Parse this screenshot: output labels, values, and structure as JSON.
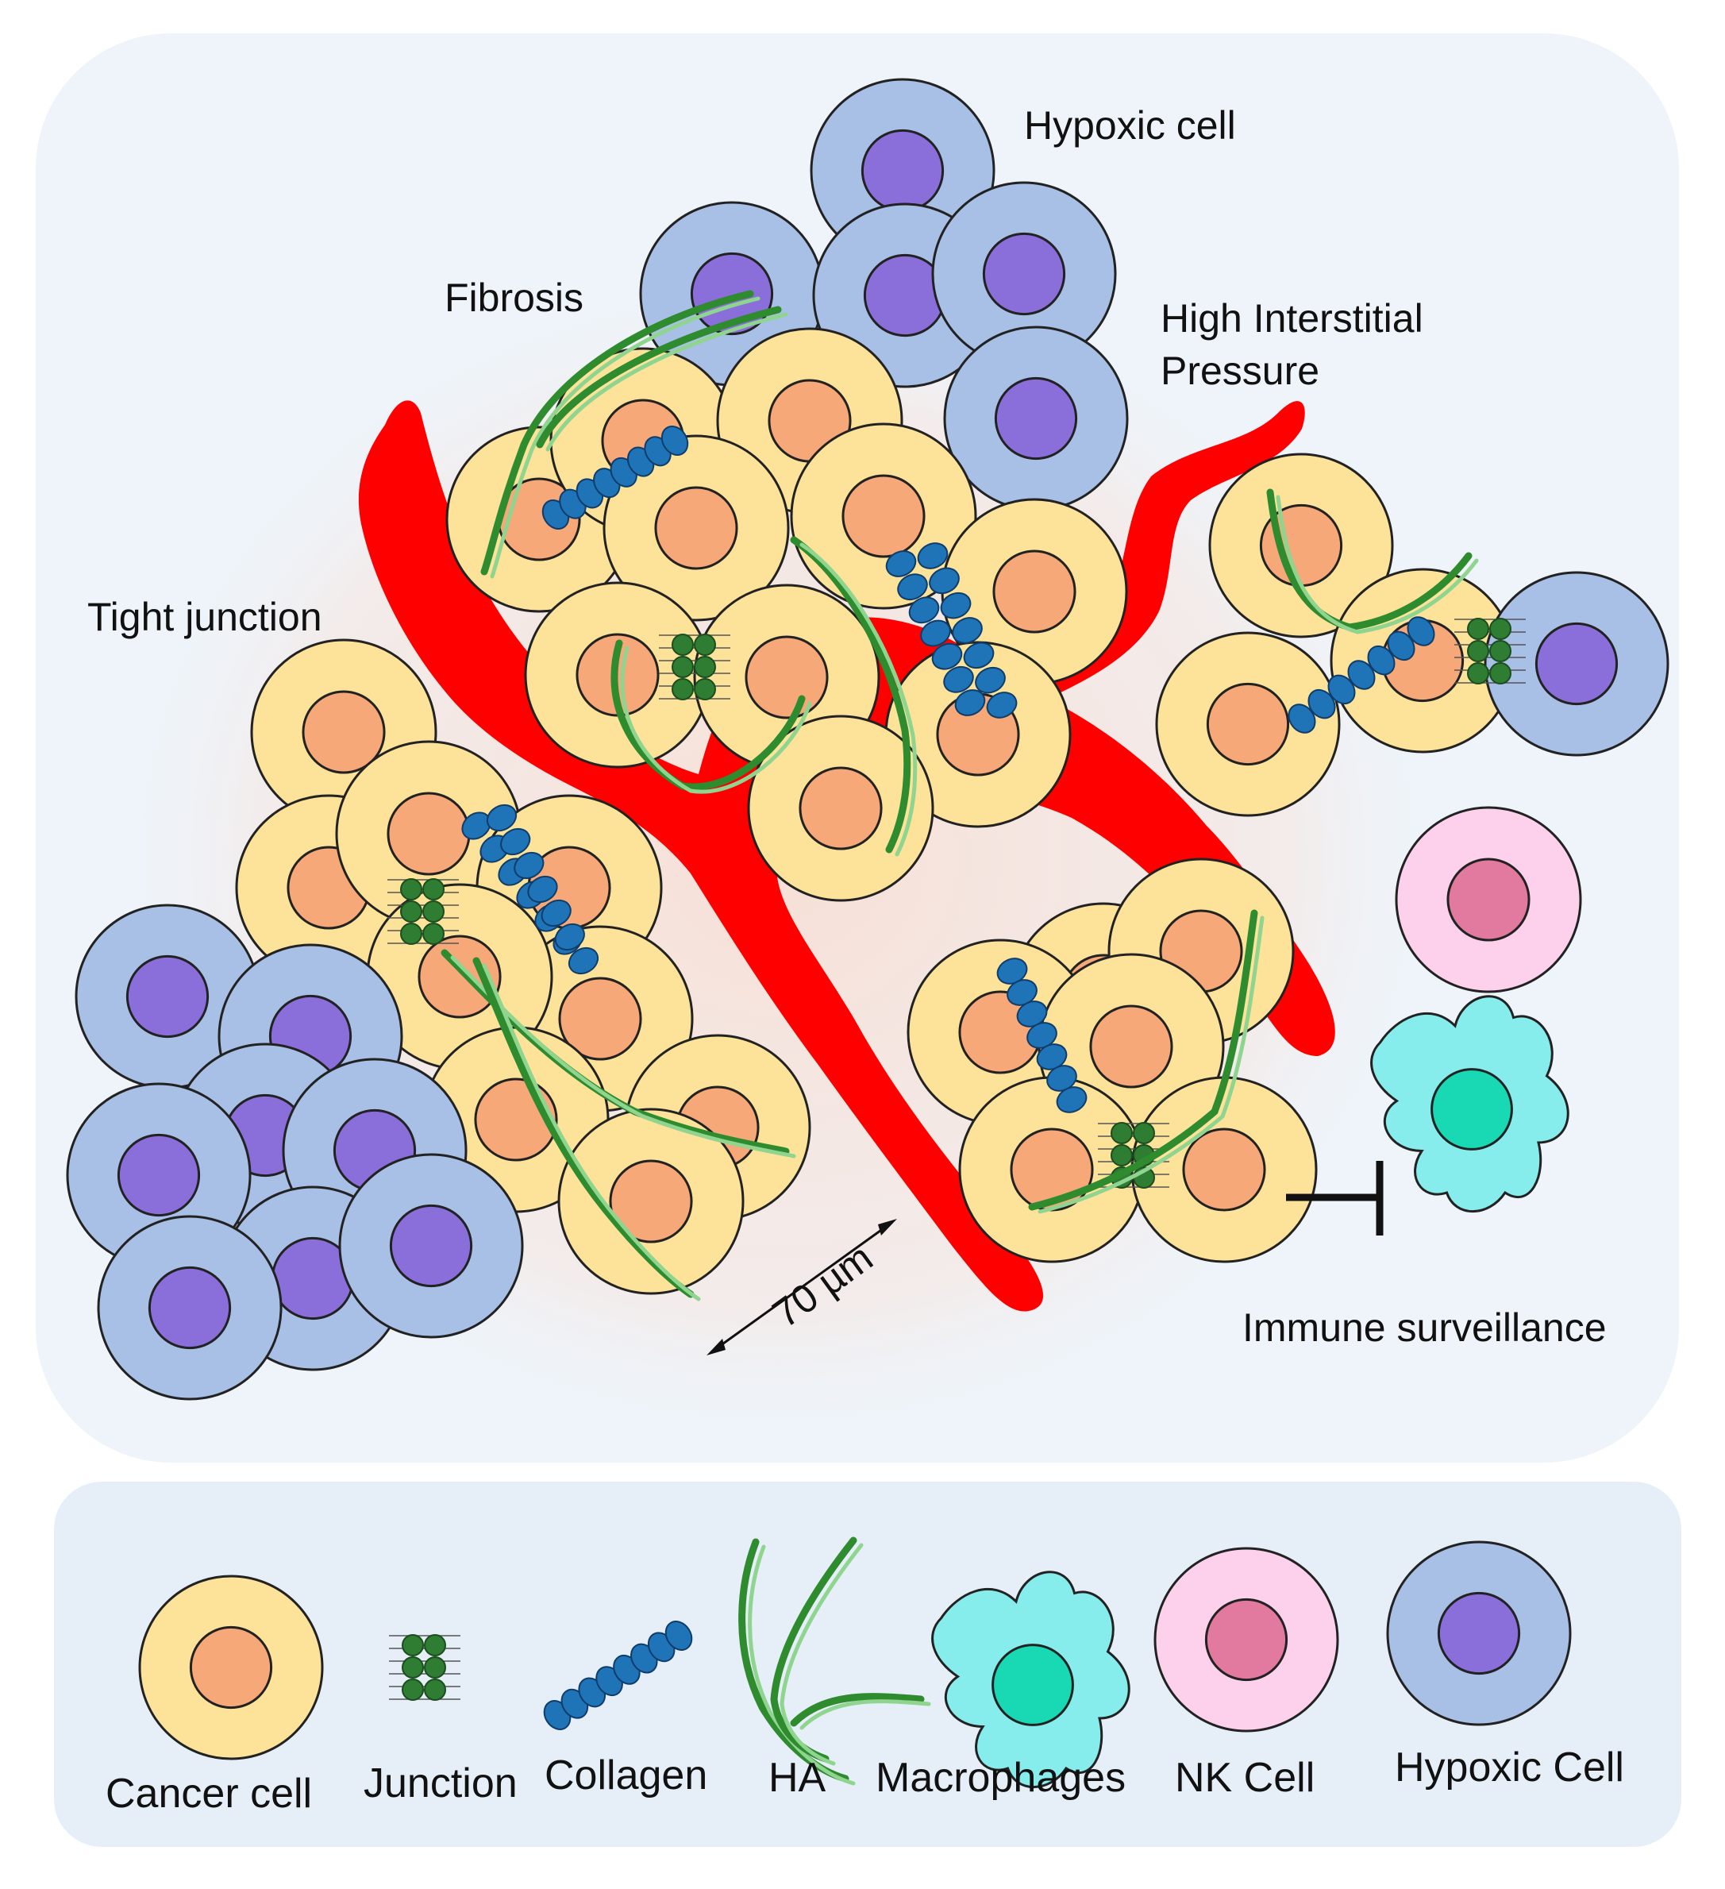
{
  "diagram": {
    "labels": {
      "hypoxic_cell": "Hypoxic cell",
      "fibrosis": "Fibrosis",
      "high_interstitial_line1": "High Interstitial",
      "high_interstitial_line2": "Pressure",
      "tight_junction": "Tight junction",
      "immune_surveillance": "Immune surveillance",
      "scale": "70 µm"
    }
  },
  "legend": {
    "items": [
      {
        "id": "cancer",
        "label": "Cancer cell"
      },
      {
        "id": "junction",
        "label": "Junction"
      },
      {
        "id": "collagen",
        "label": "Collagen"
      },
      {
        "id": "ha",
        "label": "HA"
      },
      {
        "id": "macrophage",
        "label": "Macrophages"
      },
      {
        "id": "nk",
        "label": "NK  Cell"
      },
      {
        "id": "hypoxic",
        "label": "Hypoxic  Cell"
      }
    ]
  },
  "colors": {
    "cancer_cytoplasm": "#FDE39A",
    "cancer_nucleus": "#F6A878",
    "hypoxic_cytoplasm": "#A8BFE6",
    "hypoxic_nucleus": "#8A6FDB",
    "nk_cytoplasm": "#FDD1EC",
    "nk_nucleus": "#E2799E",
    "macrophage_body": "#86ECEC",
    "macrophage_nucleus": "#19D9B5",
    "vessel": "#FF0000",
    "collagen": "#1F73B7",
    "junction": "#2E7D32",
    "ha_dark": "#2E8B2E",
    "ha_light": "#8FD48F",
    "panel_bg": "#EEF4FA",
    "legend_bg": "#E8F0F8"
  }
}
